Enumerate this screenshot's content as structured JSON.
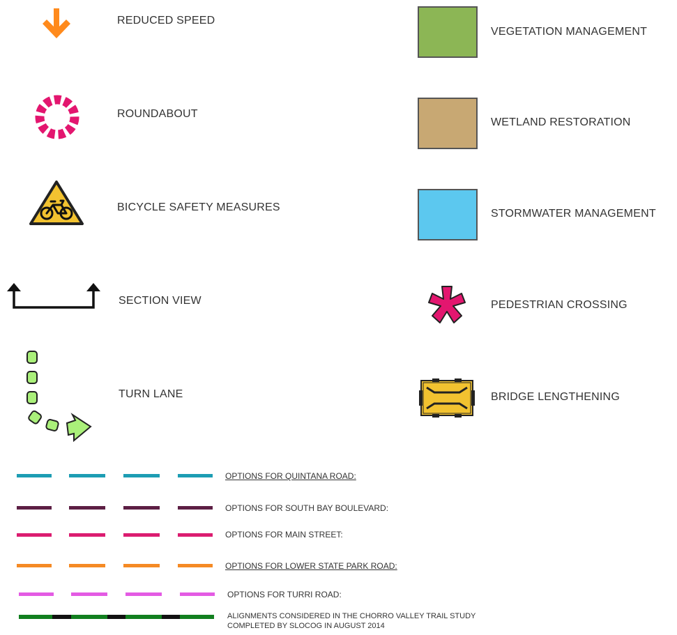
{
  "legend_left": {
    "reduced_speed": "REDUCED SPEED",
    "roundabout": "ROUNDABOUT",
    "bicycle_safety": "BICYCLE SAFETY MEASURES",
    "section_view": "SECTION VIEW",
    "turn_lane": "TURN LANE"
  },
  "legend_right": {
    "vegetation": "VEGETATION MANAGEMENT",
    "wetland": "WETLAND RESTORATION",
    "stormwater": "STORMWATER MANAGEMENT",
    "pedestrian": "PEDESTRIAN CROSSING",
    "bridge": "BRIDGE LENGTHENING"
  },
  "line_options": {
    "quintana": "OPTIONS FOR QUINTANA ROAD:",
    "south_bay": "OPTIONS FOR SOUTH BAY BOULEVARD:",
    "main_street": "OPTIONS FOR MAIN STREET:",
    "lower_state_park": "OPTIONS FOR LOWER STATE PARK ROAD:",
    "turri": "OPTIONS FOR TURRI ROAD:",
    "alignments_line1": "ALIGNMENTS CONSIDERED IN THE CHORRO VALLEY TRAIL STUDY",
    "alignments_line2": "COMPLETED BY SLOCOG IN AUGUST 2014"
  },
  "colors": {
    "orange": "#ff8a1c",
    "magenta": "#e3166f",
    "yellow": "#f2c230",
    "vegetation_green": "#8cb655",
    "wetland_tan": "#c8a873",
    "stormwater_blue": "#5cc8ef",
    "lime": "#aaf07a",
    "quintana_teal": "#1d9db3",
    "south_bay_plum": "#5d1f44",
    "main_street_pink": "#db1c70",
    "lower_state_park_orange": "#f58a24",
    "turri_violet": "#e35be3",
    "alignment_green": "#127f1f"
  }
}
